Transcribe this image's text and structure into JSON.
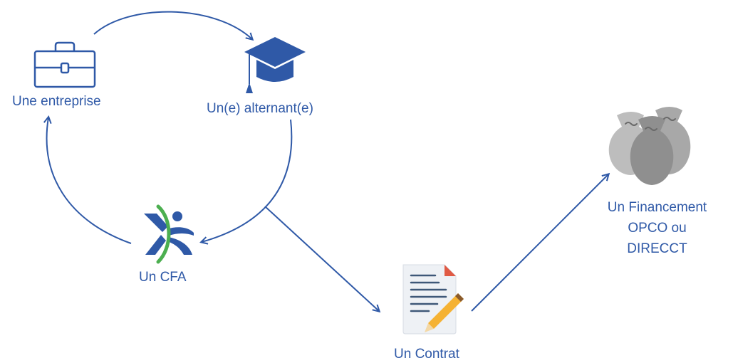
{
  "colors": {
    "accent": "#2f59a7",
    "cfa_green": "#4caf50",
    "money_bag": "#9e9e9e"
  },
  "nodes": {
    "entreprise": {
      "label": "Une entreprise",
      "icon": "briefcase-icon"
    },
    "alternant": {
      "label": "Un(e) alternant(e)",
      "icon": "graduation-cap-icon"
    },
    "cfa": {
      "label": "Un CFA",
      "icon": "cfa-logo-icon"
    },
    "contrat": {
      "label": "Un Contrat",
      "icon": "contract-pen-icon"
    },
    "financement": {
      "line1": "Un Financement",
      "line2": "OPCO ou",
      "line3": "DIRECCT",
      "icon": "money-bags-icon"
    }
  }
}
